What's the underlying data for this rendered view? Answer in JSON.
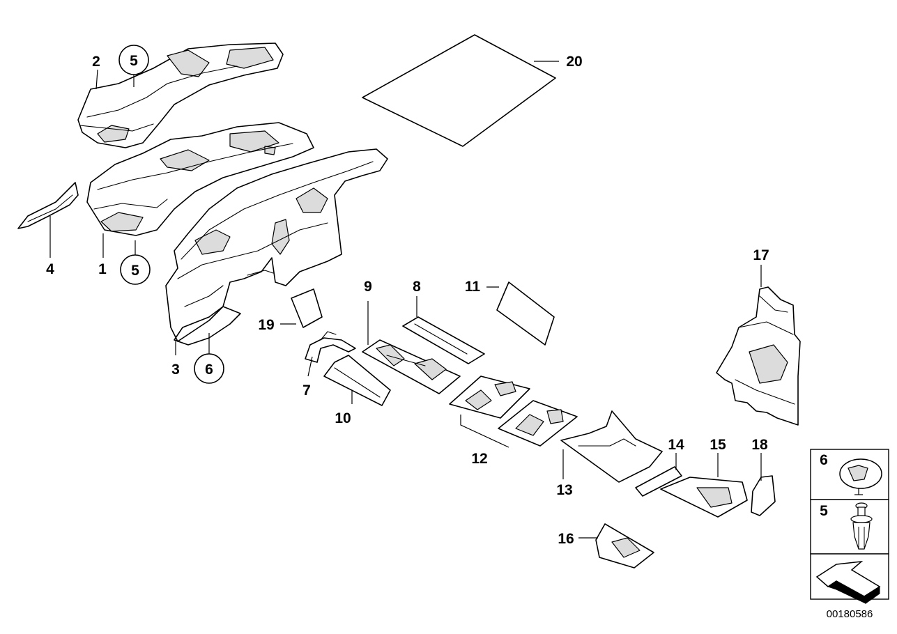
{
  "diagram": {
    "callouts": {
      "c1": "1",
      "c2": "2",
      "c3": "3",
      "c4": "4",
      "c5a": "5",
      "c5b": "5",
      "c6": "6",
      "c7": "7",
      "c8": "8",
      "c9": "9",
      "c10": "10",
      "c11": "11",
      "c12": "12",
      "c13": "13",
      "c14": "14",
      "c15": "15",
      "c16": "16",
      "c17": "17",
      "c18": "18",
      "c19": "19",
      "c20": "20"
    },
    "legend": {
      "item6": "6",
      "item5": "5"
    },
    "diagram_code": "00180586"
  }
}
